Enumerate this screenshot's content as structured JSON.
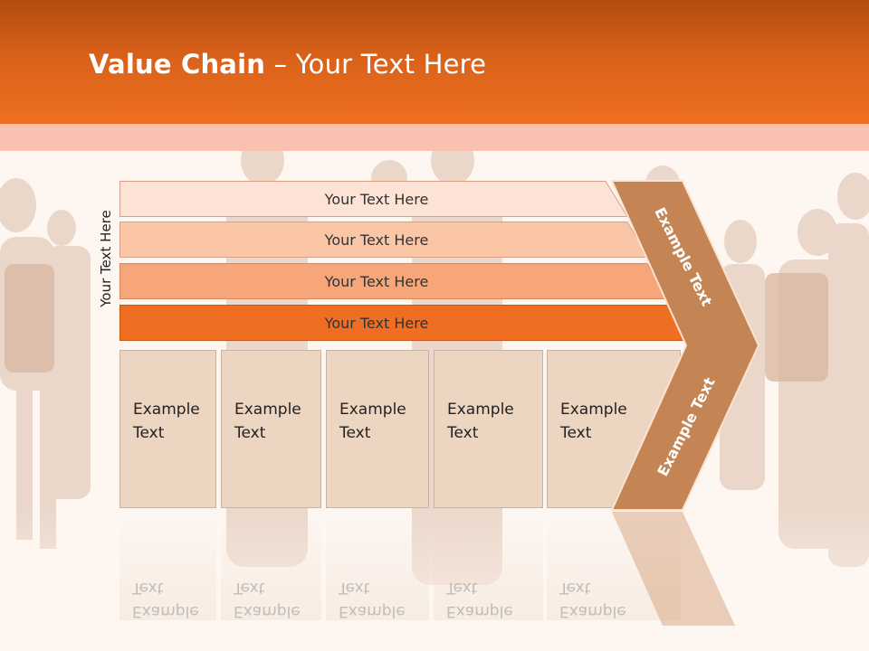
{
  "slide": {
    "title_bold": "Value Chain",
    "title_rest": " – Your Text Here",
    "side_label": "Your Text Here",
    "bars": [
      {
        "label": "Your Text Here",
        "color": "#fde3d6"
      },
      {
        "label": "Your Text Here",
        "color": "#fbc6a6"
      },
      {
        "label": "Your Text Here",
        "color": "#f6a678"
      },
      {
        "label": "Your Text Here",
        "color": "#ef6e22"
      }
    ],
    "boxes": [
      {
        "line1": "Example",
        "line2": "Text"
      },
      {
        "line1": "Example",
        "line2": "Text"
      },
      {
        "line1": "Example",
        "line2": "Text"
      },
      {
        "line1": "Example",
        "line2": "Text"
      },
      {
        "line1": "Example",
        "line2": "Text"
      }
    ],
    "chevron_upper": "Example Text",
    "chevron_lower": "Example Text",
    "chevron_color": "#c58453"
  }
}
